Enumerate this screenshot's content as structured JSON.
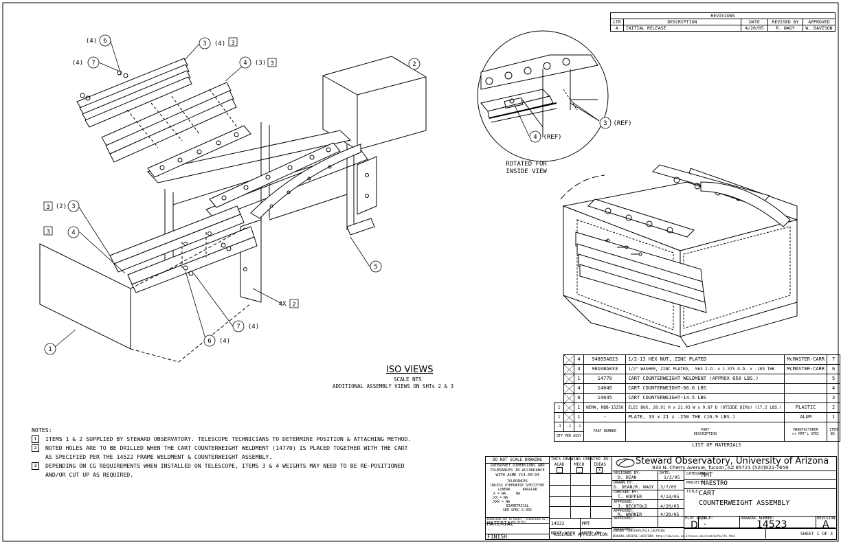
{
  "revisions": {
    "title": "REVISIONS",
    "headers": [
      "LTR",
      "DESCRIPTION",
      "DATE",
      "REVISED BY",
      "APPROVED"
    ],
    "rows": [
      [
        "A",
        "INITIAL RELEASE",
        "4/20/05",
        "R. NAGY",
        "W. DAVISON"
      ]
    ]
  },
  "callouts": {
    "b6_top_qty": "(4)",
    "b6_top": "6",
    "b7_top_qty": "(4)",
    "b7_top": "7",
    "b3_top": "3",
    "b3_top_qty": "(4)",
    "b3_top_note": "3",
    "b4_top": "4",
    "b4_top_qty": "(3)",
    "b4_top_note": "3",
    "b2": "2",
    "b3_left_note": "3",
    "b3_left_qty": "(2)",
    "b3_left": "3",
    "b4_left_note": "3",
    "b4_left": "4",
    "b5": "5",
    "b4x": "4X",
    "b4x_note": "2",
    "b7_bot": "7",
    "b7_bot_qty": "(4)",
    "b6_bot": "6",
    "b6_bot_qty": "(4)",
    "b1": "1",
    "b3_ref": "3",
    "b3_ref_text": "(REF)",
    "b4_ref": "4",
    "b4_ref_text": "(REF)",
    "rotated_line1": "ROTATED FOR",
    "rotated_line2": "INSIDE VIEW"
  },
  "iso": {
    "title": "ISO VIEWS",
    "scale": "SCALE NTS",
    "additional": "ADDITIONAL ASSEMBLY VIEWS ON SHTs 2 & 3"
  },
  "notes": {
    "heading": "NOTES:",
    "items": [
      {
        "num": "1",
        "lines": [
          "ITEMS 1 & 2 SUPPLIED BY STEWARD OBSERVATORY. TELESCOPE TECHNICIANS TO DETERMINE POSITION & ATTACHING METHOD."
        ]
      },
      {
        "num": "2",
        "lines": [
          "NOTED HOLES ARE TO BE DRILLED WHEN THE CART COUNTERWEIGHT WELDMENT (14770) IS PLACED TOGETHER WITH THE CART",
          "AS SPECIFIED PER THE 14522 FRAME WELDMENT & COUNTERWEIGHT ASSEMBLY."
        ]
      },
      {
        "num": "3",
        "lines": [
          "DEPENDING ON CG REQUIREMENTS WHEN INSTALLED ON TELESCOPE, ITEMS 3 & 4 WEIGHTS MAY NEED TO BE RE-POSITIONED",
          "AND/OR CUT UP AS REQUIRED."
        ]
      }
    ]
  },
  "bom": {
    "rows": [
      {
        "note": "",
        "qty": "4",
        "part": "94895A823",
        "desc": "1/2-13 HEX NUT, ZINC PLATED",
        "mfr": "McMASTER-CARR",
        "item": "7"
      },
      {
        "note": "",
        "qty": "4",
        "part": "90108A033",
        "desc": "1/2\" WASHER, ZINC PLATED, .563 I.D. x 1.375 O.D. x .109 THK",
        "mfr": "McMASTER-CARR",
        "item": "6"
      },
      {
        "note": "",
        "qty": "1",
        "part": "14770",
        "desc": "CART COUNTERWEIGHT WELDMENT (APPROX 850 LBS.)",
        "mfr": "",
        "item": "5"
      },
      {
        "note": "",
        "qty": "4",
        "part": "14646",
        "desc": "CART COUNTERWEIGHT-66.6 LBS",
        "mfr": "",
        "item": "4"
      },
      {
        "note": "",
        "qty": "6",
        "part": "14645",
        "desc": "CART COUNTERWEIGHT-14.5 LBS",
        "mfr": "",
        "item": "3"
      },
      {
        "note": "1",
        "qty": "1",
        "part": "NEMA, NBB-15258",
        "desc": "ELEC BOX, 28.91 H x 21.03 W x 9.87 D (OTSIDE DIMs) (17.2 LBS.)",
        "mfr": "PLASTIC",
        "item": "2"
      },
      {
        "note": "1",
        "qty": "1",
        "part": "-",
        "desc": "PLATE, 33 x 21 x .250 THK (16.9 LBS.)",
        "mfr": "ALUM",
        "item": "1"
      }
    ],
    "hdr_qty_cols": [
      "-3",
      "-2",
      "-1"
    ],
    "hdr_qty": "QTY PER ASSY",
    "hdr_part": "PART NUMBER",
    "hdr_desc1": "PART",
    "hdr_desc2": "DESCRIPTION",
    "hdr_mfr1": "MANUFACTURER",
    "hdr_mfr2": "or MAT'L SPEC",
    "hdr_item1": "ITEM",
    "hdr_item2": "NO.",
    "list_title": "LIST OF MATERIALS"
  },
  "titleblock": {
    "no_scale": "DO NOT SCALE DRAWING",
    "interpret1": "INTERPRET DIMENSIONS AND",
    "interpret2": "TOLERANCES IN ACCORDANCE",
    "interpret3": "WITH ASME Y14.5M-94",
    "tolerances": "TOLERANCES",
    "unless": "UNLESS OTHERWISE SPECIFIED",
    "linear": "LINEAR",
    "angular": "ANGULAR",
    "tol_x": ".X   =  NA",
    "tol_xx": ".XX  =  NA",
    "tol_xxx": ".XXX =  NA",
    "tol_ang": "NA",
    "diametrical": "DIAMETRICAL",
    "see_spec": "SEE SPEC S-002",
    "dim_line": "DIMENSIONS ARE IN INCHES | DIMENSIONS IN ( ) ARE METRIC",
    "material_label": "MATERIAL",
    "material_value": "-",
    "finish_label": "FINISH",
    "finish_value": "-",
    "created_in": "THIS DRAWING CREATED IN:",
    "acad": "ACAD",
    "mech": "MECH",
    "ideas": "IDEAS",
    "ideas_mark": "X",
    "next_assy_val": "14522",
    "used_on_val": "MMT",
    "next_assy": "NEXT ASSY",
    "used_on": "USED ON",
    "assy_app": "ASSEMBLY APPLICATION",
    "org_name": "Steward Observatory, University of Arizona",
    "org_address": "933 N. Cherry Avenue, Tucson, AZ  85721  (520)621-7659",
    "designed_label": "DESIGNED BY:",
    "designed_by": "D. DEAN",
    "date_label": "DATE:",
    "designed_date": "1/2/05",
    "drawn_label": "DRAWN BY:",
    "drawn_by": "D. DEAN/R. NAGY",
    "drawn_date": "3/7/05",
    "checked_label": "CHECKED BY:",
    "checked_by": "T. HOPPER",
    "checked_date": "4/13/05",
    "approved_label": "APPROVED:",
    "approved1": "J. BECHTOLD",
    "approved1_date": "4/20/05",
    "approved2": "R. WARNER",
    "approved2_date": "4/20/05",
    "category_label": "CATEGORY:",
    "category": "MMT",
    "project_label": "PROJECT:",
    "project": "MAESTRO",
    "title_label": "TITLE:",
    "title1": "CART",
    "title2": "COUNTERWEIGHT ASSEMBLY",
    "plot_size_label": "PLOT SIZE",
    "plot_size": "D",
    "scale_label": "SCALE:",
    "scale_val": "-",
    "drawing_number_label": "DRAWING NUMBER:",
    "drawing_number": "14523",
    "revision_label": "REVISION:",
    "revision": "A",
    "current_time": "CURRENT TIME/DATE/FILE LOCATION:",
    "archive": "DRAWING ARCHIVE LOCATION: http://devinci.as.arizona.edu/ocad/default1.html",
    "sheet": "SHEET 1 OF 3"
  },
  "colors": {
    "line": "#000000",
    "background": "#ffffff"
  }
}
